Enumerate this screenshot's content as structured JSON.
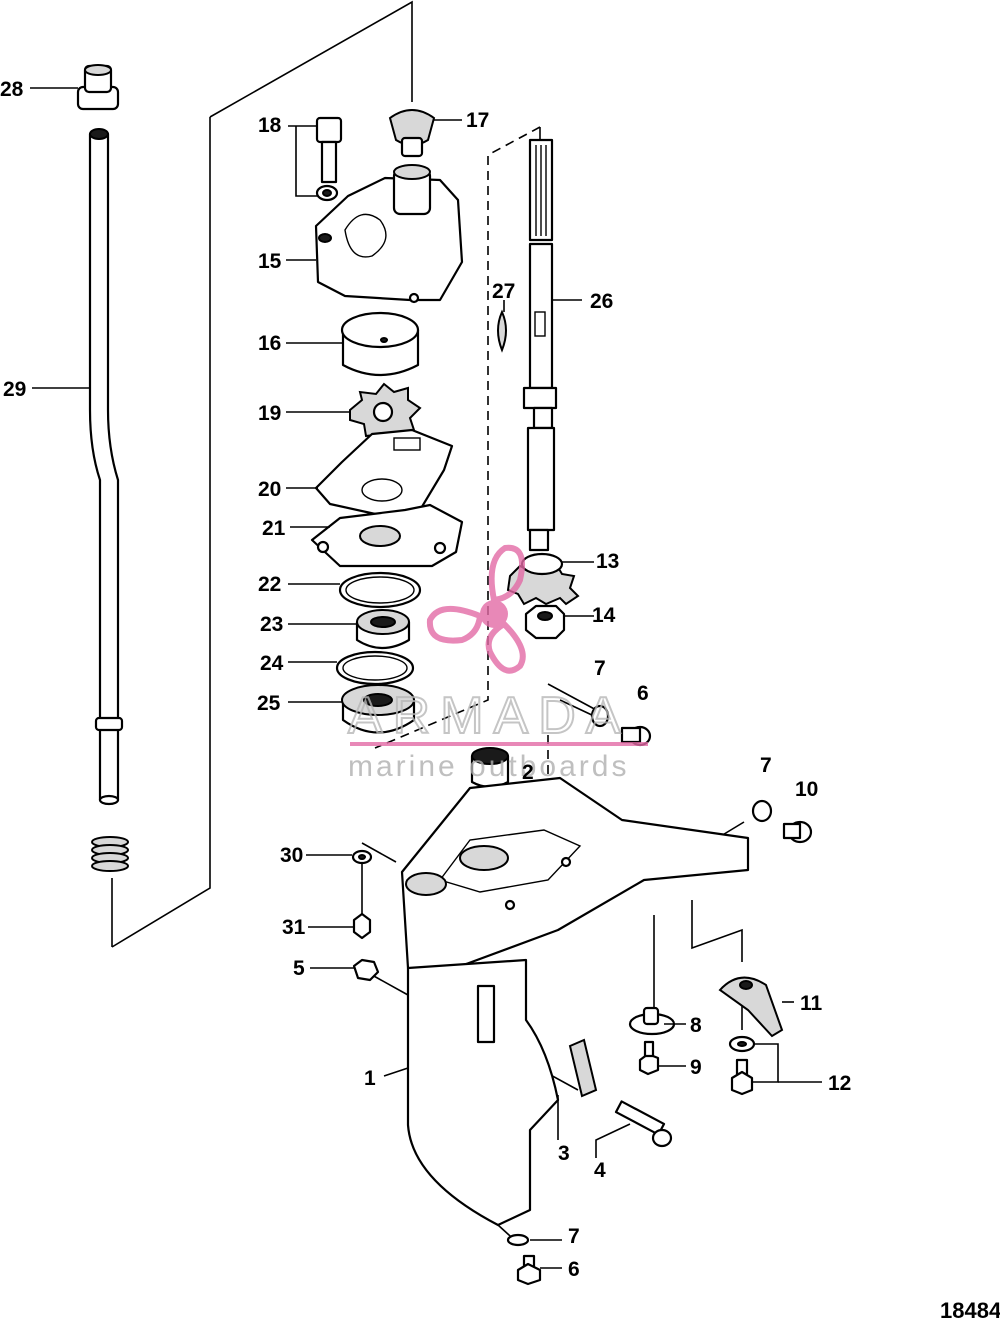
{
  "figure_number": "18484",
  "watermark": {
    "brand": "ARMADA",
    "tagline": "marine outboards",
    "color": "#e36ba6"
  },
  "callouts": [
    "1",
    "2",
    "3",
    "4",
    "5",
    "6",
    "6",
    "7",
    "7",
    "7",
    "8",
    "9",
    "10",
    "11",
    "12",
    "13",
    "14",
    "15",
    "16",
    "17",
    "18",
    "19",
    "20",
    "21",
    "22",
    "23",
    "24",
    "25",
    "26",
    "27",
    "28",
    "29",
    "30",
    "31"
  ]
}
